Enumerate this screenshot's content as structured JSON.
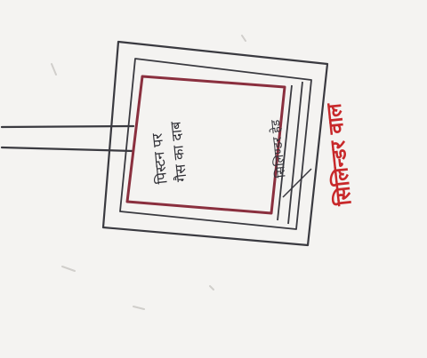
{
  "diagram": {
    "outer_label": "सिलिन्डर वाल",
    "side_label": "सिलिण्डर हेड",
    "inner_label_line1": "पिस्टन पर",
    "inner_label_line2": "गैस का दाब",
    "colors": {
      "paper": "#f4f3f1",
      "pencil": "#3a3a40",
      "red_ink": "#c8282a",
      "maroon_box": "#8a2f3e"
    }
  }
}
